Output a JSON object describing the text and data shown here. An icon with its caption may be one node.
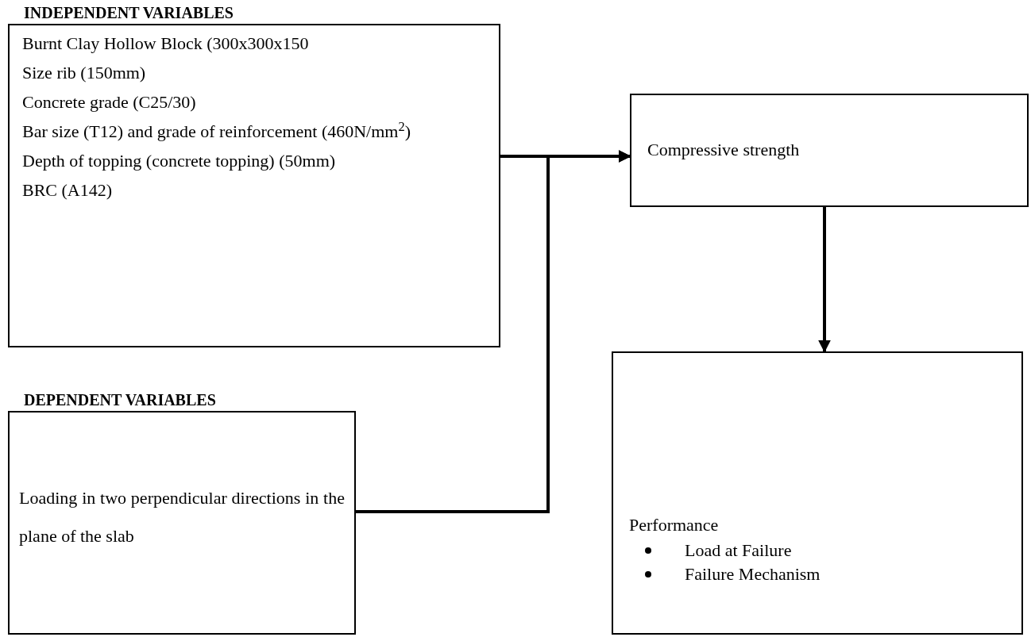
{
  "diagram": {
    "nodes": [
      {
        "text": [
          "INDEPENDENT VARIABLES",
          "Burnt Clay Hollow Block (300x300x150",
          "Size rib (150mm)",
          "Concrete grade (C25/30)",
          "Bar size (T12) and grade of reinforcement (460N/mm$^{2}$)",
          "Depth of topping (concrete topping) (50mm)",
          "BRC (A142)"
        ]
      },
      {
        "text": [
          "Compressive strength"
        ]
      },
      {
        "text": [
          "DEPENDENT VARIABLES",
          "Loading in two perpendicular directions in the plane of the slab"
        ]
      },
      {
        "text": [
          "Performance",
          "Load at Failure",
          "Failure Mechanism"
        ]
      }
    ],
    "edges": [
      {
        "from": 0,
        "to": 1,
        "arrow": "to"
      },
      {
        "from": 2,
        "to": 1,
        "arrow": "to"
      },
      {
        "from": 1,
        "to": 3,
        "arrow": "to"
      }
    ]
  }
}
